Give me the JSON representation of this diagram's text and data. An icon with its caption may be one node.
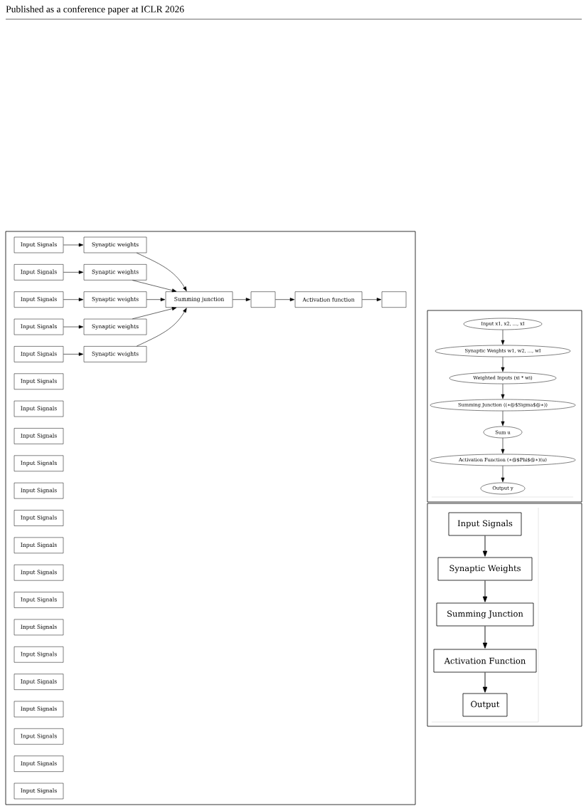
{
  "diagram": {
    "nodes": [
      {
        "text": [
          "Input Signals"
        ]
      },
      {
        "text": [
          "Synaptic weights"
        ]
      },
      {
        "text": [
          "Input Signals"
        ]
      },
      {
        "text": [
          "Synaptic weights"
        ]
      },
      {
        "text": [
          "Input Signals"
        ]
      },
      {
        "text": [
          "Synaptic weights"
        ]
      },
      {
        "text": [
          "Summing junction"
        ]
      },
      {
        "text": [],
        "shape": "box"
      },
      {
        "text": [
          "Activation function"
        ]
      },
      {
        "text": [],
        "shape": "box"
      },
      {
        "text": [
          "Input Signals"
        ]
      },
      {
        "text": [
          "Synaptic weights"
        ]
      },
      {
        "text": [
          "Input Signals"
        ]
      },
      {
        "text": [
          "Synaptic weights"
        ]
      },
      {
        "text": [
          "Input Signals"
        ]
      },
      {
        "text": [
          "Input Signals"
        ]
      },
      {
        "text": [
          "Input Signals"
        ]
      },
      {
        "text": [
          "Input Signals"
        ]
      },
      {
        "text": [
          "Input Signals"
        ]
      },
      {
        "text": [
          "Input Signals"
        ]
      },
      {
        "text": [
          "Input Signals"
        ]
      },
      {
        "text": [
          "Input Signals"
        ]
      },
      {
        "text": [
          "Input Signals"
        ]
      },
      {
        "text": [
          "Input Signals"
        ]
      },
      {
        "text": [
          "Input Signals"
        ]
      },
      {
        "text": [
          "Input Signals"
        ]
      },
      {
        "text": [
          "Input Signals"
        ]
      },
      {
        "text": [
          "Input Signals"
        ]
      },
      {
        "text": [
          "Input Signals"
        ]
      },
      {
        "text": [
          "Input Signals"
        ]
      },
      {
        "text": [
          "Input x1, x2, ..., xI"
        ]
      },
      {
        "text": [
          "Synaptic Weights w1, w2, ..., wI"
        ]
      },
      {
        "text": [
          "Weighted Inputs (xi * wi)"
        ]
      },
      {
        "text": [
          "Summing Junction ((∗@$Sigma$@∗))"
        ]
      },
      {
        "text": [
          "Sum u"
        ]
      },
      {
        "text": [
          "Activation Function (∗@$Phi$@∗)(u)"
        ]
      },
      {
        "text": [
          "Output y"
        ]
      },
      {
        "text": [
          "Input Signals"
        ]
      },
      {
        "text": [
          "Synaptic Weights"
        ]
      },
      {
        "text": [
          "Summing Junction"
        ]
      },
      {
        "text": [
          "Activation Function"
        ]
      },
      {
        "text": [
          "Output"
        ]
      }
    ],
    "edges": [
      {
        "from": 0,
        "to": 1,
        "arrow": "to"
      },
      {
        "from": 2,
        "to": 3,
        "arrow": "to"
      },
      {
        "from": 4,
        "to": 5,
        "arrow": "to"
      },
      {
        "from": 10,
        "to": 11,
        "arrow": "to"
      },
      {
        "from": 12,
        "to": 13,
        "arrow": "to"
      },
      {
        "from": 1,
        "to": 6,
        "arrow": "to"
      },
      {
        "from": 3,
        "to": 6,
        "arrow": "to"
      },
      {
        "from": 5,
        "to": 6,
        "arrow": "to"
      },
      {
        "from": 11,
        "to": 6,
        "arrow": "to"
      },
      {
        "from": 13,
        "to": 6,
        "arrow": "to"
      },
      {
        "from": 6,
        "to": 7,
        "arrow": "to"
      },
      {
        "from": 7,
        "to": 8,
        "arrow": "to"
      },
      {
        "from": 8,
        "to": 9,
        "arrow": "to"
      },
      {
        "from": 30,
        "to": 31,
        "arrow": "to"
      },
      {
        "from": 31,
        "to": 32,
        "arrow": "to"
      },
      {
        "from": 32,
        "to": 33,
        "arrow": "to"
      },
      {
        "from": 33,
        "to": 34,
        "arrow": "to"
      },
      {
        "from": 34,
        "to": 35,
        "arrow": "to"
      },
      {
        "from": 35,
        "to": 36,
        "arrow": "to"
      },
      {
        "from": 37,
        "to": 38,
        "arrow": "to"
      },
      {
        "from": 38,
        "to": 39,
        "arrow": "to"
      },
      {
        "from": 39,
        "to": 40,
        "arrow": "to"
      },
      {
        "from": 40,
        "to": 41,
        "arrow": "to"
      }
    ],
    "labels": [
      "Published as a conference paper at ICLR 2026"
    ]
  }
}
